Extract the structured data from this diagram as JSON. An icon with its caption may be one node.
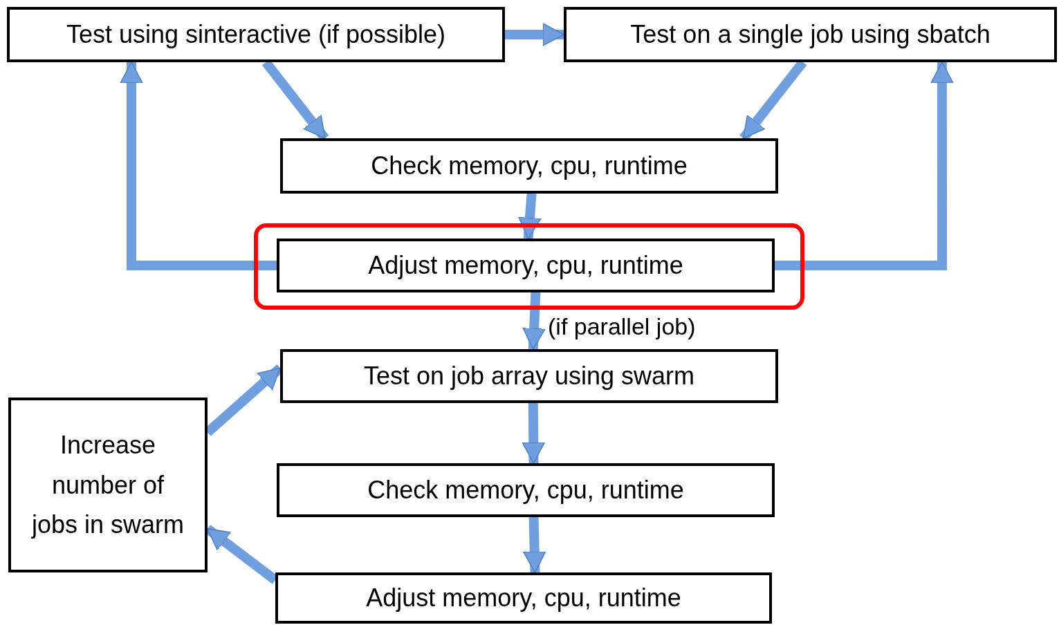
{
  "diagram": {
    "nodes": [
      {
        "text": [
          "Test using sinteractive (if possible)"
        ]
      },
      {
        "text": [
          "Test on a single job using sbatch"
        ]
      },
      {
        "text": [
          "Check memory, cpu, runtime"
        ]
      },
      {
        "text": [
          "Adjust memory, cpu, runtime"
        ]
      },
      {
        "text": [
          "Test on job array using swarm"
        ]
      },
      {
        "text": [
          "Check memory, cpu, runtime"
        ]
      },
      {
        "text": [
          "Adjust memory, cpu, runtime"
        ]
      },
      {
        "text": [
          "Increase number of jobs in swarm"
        ]
      }
    ],
    "edges": [
      {
        "from": 0,
        "to": 1,
        "arrow": "to"
      },
      {
        "from": 0,
        "to": 2,
        "arrow": "to"
      },
      {
        "from": 1,
        "to": 2,
        "arrow": "to"
      },
      {
        "from": 2,
        "to": 3,
        "arrow": "to"
      },
      {
        "from": 3,
        "to": 0,
        "arrow": "to"
      },
      {
        "from": 3,
        "to": 1,
        "arrow": "to"
      },
      {
        "from": 3,
        "to": 4,
        "arrow": "to",
        "label": "(if parallel job)"
      },
      {
        "from": 4,
        "to": 5,
        "arrow": "to"
      },
      {
        "from": 5,
        "to": 6,
        "arrow": "to"
      },
      {
        "from": 6,
        "to": 7,
        "arrow": "to"
      },
      {
        "from": 7,
        "to": 4,
        "arrow": "to"
      }
    ]
  }
}
